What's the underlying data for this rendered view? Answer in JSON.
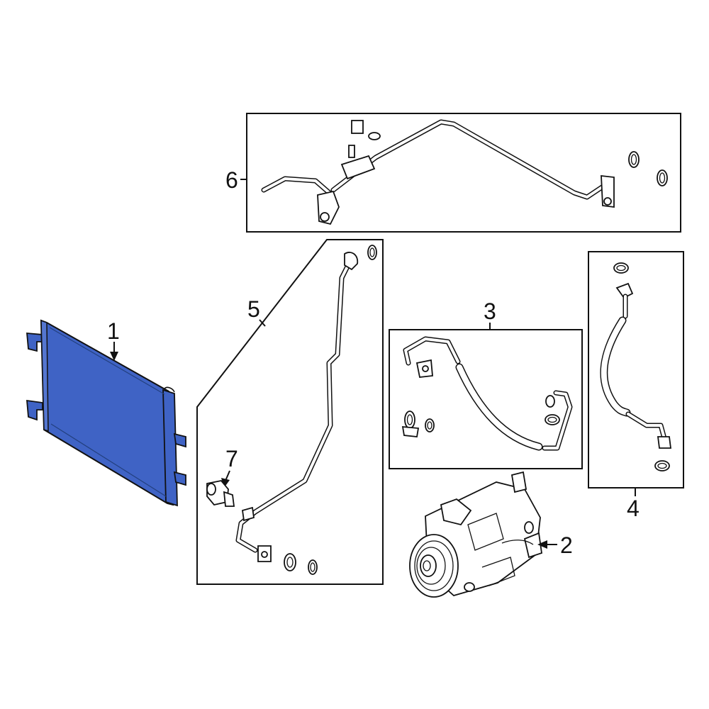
{
  "colors": {
    "highlight": "#3f63c5",
    "highlight_dark": "#23407f",
    "line": "#111111",
    "background": "#ffffff"
  },
  "callouts": {
    "c1": "1",
    "c2": "2",
    "c3": "3",
    "c4": "4",
    "c5": "5",
    "c6": "6",
    "c7": "7"
  }
}
